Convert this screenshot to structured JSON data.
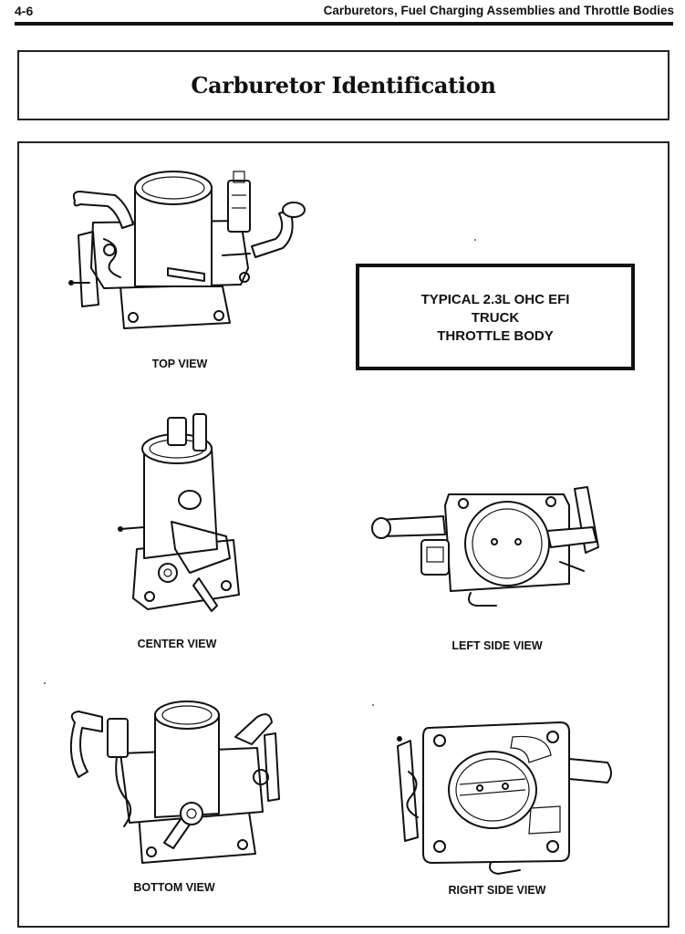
{
  "header": {
    "page_number": "4-6",
    "running_title": "Carburetors, Fuel Charging Assemblies and Throttle Bodies"
  },
  "section_title": "Carburetor Identification",
  "figure": {
    "caption_lines": [
      "TYPICAL 2.3L OHC EFI",
      "TRUCK",
      "THROTTLE BODY"
    ],
    "views": {
      "top": "TOP VIEW",
      "center": "CENTER VIEW",
      "left_side": "LEFT SIDE VIEW",
      "bottom": "BOTTOM VIEW",
      "right_side": "RIGHT SIDE VIEW"
    },
    "icons": [
      "throttle-body-top-view",
      "throttle-body-center-view",
      "throttle-body-left-side-view",
      "throttle-body-bottom-view",
      "throttle-body-right-side-view"
    ]
  }
}
